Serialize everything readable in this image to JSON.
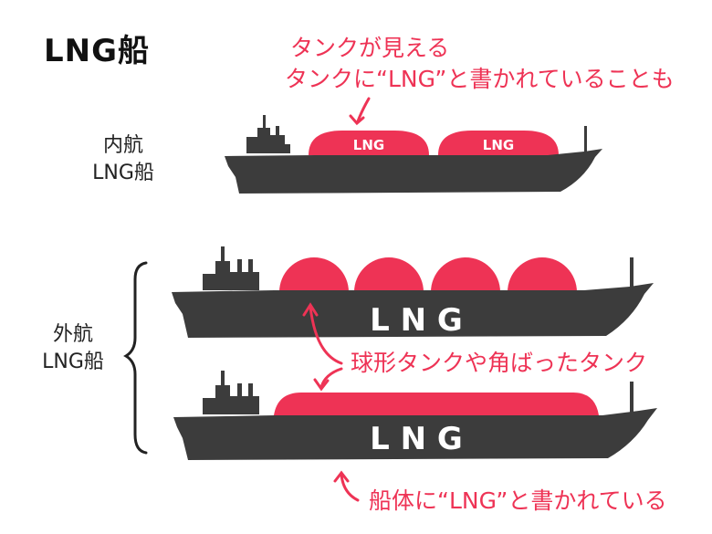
{
  "title": "LNG船",
  "top_note": {
    "line1": "タンクが見える",
    "line2": "タンクに“LNG”と書かれていることも"
  },
  "domestic_label": {
    "line1": "内航",
    "line2": "LNG船"
  },
  "ocean_label": {
    "line1": "外航",
    "line2": "LNG船"
  },
  "tank_label_small": "LNG",
  "hull_label": "L N G",
  "tank_note": "球形タンクや角ばったタンク",
  "hull_note": "船体に“LNG”と書かれている",
  "colors": {
    "hull": "#3c3c3c",
    "tank": "#ee3355",
    "text": "#222222",
    "accent": "#ee3355"
  }
}
